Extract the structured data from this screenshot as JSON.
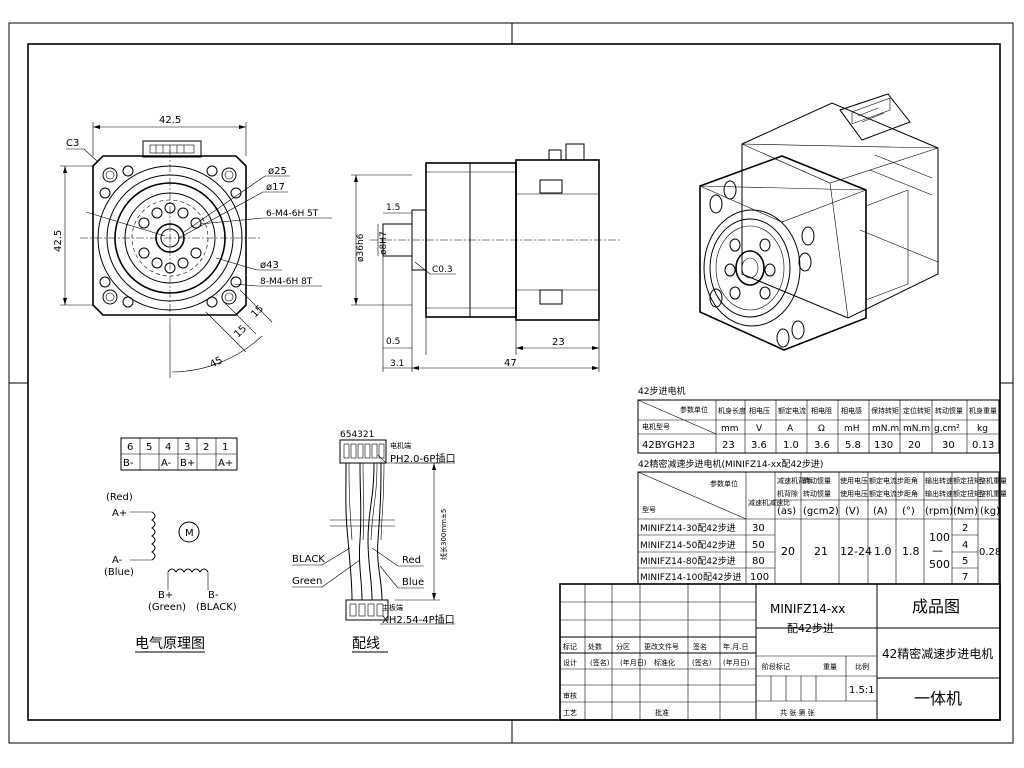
{
  "front_view": {
    "width_dim": "42.5",
    "height_dim": "42.5",
    "chamfer": "C3",
    "dia_25": "ø25",
    "dia_17": "ø17",
    "holes_1": "6-M4-6H 5T",
    "dia_43": "ø43",
    "holes_2": "8-M4-6H 8T",
    "dim_15a": "15",
    "dim_15b": "15",
    "angle_45": "45"
  },
  "side_view": {
    "dim_1_5": "1.5",
    "shaft_dia": "ø8H7",
    "body_dia": "ø36h6",
    "chamfer": "C0.3",
    "dim_0_5": "0.5",
    "dim_23": "23",
    "dim_3_1": "3.1",
    "dim_47": "47"
  },
  "spec_table_1": {
    "title": "42步进电机",
    "header_param": "参数单位",
    "header_model": "电机型号",
    "columns": [
      "机身长度",
      "相电压",
      "额定电流",
      "相电阻",
      "相电感",
      "保持转矩",
      "定位转矩",
      "转动惯量",
      "机身重量"
    ],
    "units": [
      "mm",
      "V",
      "A",
      "Ω",
      "mH",
      "mN.m",
      "mN.m",
      "g.cm²",
      "kg"
    ],
    "row": [
      "42BYGH23",
      "23",
      "3.6",
      "1.0",
      "3.6",
      "5.8",
      "130",
      "20",
      "30",
      "0.13"
    ]
  },
  "spec_table_2": {
    "title": "42精密减速步进电机(MINIFZ14-xx配42步进)",
    "header_param": "参数单位",
    "header_model": "型号",
    "col_ratio": "减速机减速比",
    "columns": [
      "减速机背隙",
      "转动惯量",
      "使用电压",
      "额定电流",
      "步距角",
      "输出转速",
      "额定扭矩",
      "整机重量"
    ],
    "columns_sub": [
      "机背隙",
      "转动惯量",
      "使用电压",
      "额定电流",
      "步距角",
      "输出转速",
      "额定扭矩",
      "整机重量"
    ],
    "units": [
      "(as)",
      "(gcm2)",
      "(V)",
      "(A)",
      "(°)",
      "(rpm)",
      "(Nm)",
      "(kg)"
    ],
    "rows": [
      {
        "model": "MINIFZ14-30配42步进",
        "ratio": "30",
        "torque": "2"
      },
      {
        "model": "MINIFZ14-50配42步进",
        "ratio": "50",
        "torque": "4"
      },
      {
        "model": "MINIFZ14-80配42步进",
        "ratio": "80",
        "torque": "5"
      },
      {
        "model": "MINIFZ14-100配42步进",
        "ratio": "100",
        "torque": "7"
      }
    ],
    "merged": {
      "backlash": "20",
      "inertia": "21",
      "voltage": "12-24",
      "current": "1.0",
      "step": "1.8",
      "speed_top": "100",
      "speed_mid": "—",
      "speed_bot": "500",
      "weight": "0.28"
    }
  },
  "schematic": {
    "pins": [
      "6",
      "5",
      "4",
      "3",
      "2",
      "1"
    ],
    "signals": [
      "B-",
      "",
      "A-",
      "B+",
      "",
      "A+"
    ],
    "red_label": "(Red)",
    "a_plus": "A+",
    "a_minus": "A-",
    "blue_label": "(Blue)",
    "motor": "M",
    "b_plus": "B+",
    "b_minus": "B-",
    "green_label": "(Green)",
    "black_label": "(BLACK)",
    "caption": "电气原理图"
  },
  "wiring": {
    "pin_numbers": "654321",
    "motor_side": "电机端",
    "connector_top": "PH2.0-6P插口",
    "length": "线长300mm±5",
    "black": "BLACK",
    "red": "Red",
    "green": "Green",
    "blue": "Blue",
    "driver_side": "主板端",
    "connector_bottom": "XH2.54-4P插口",
    "caption": "配线"
  },
  "title_block": {
    "product": "MINIFZ14-xx",
    "product_sub": "配42步进",
    "drawing_type": "成品图",
    "description": "42精密减速步进电机",
    "assembly": "一体机",
    "scale": "1.5:1",
    "rev_headers": [
      "标记",
      "处数",
      "分区",
      "更改文件号",
      "签名",
      "年.月.日"
    ],
    "sign_row": [
      "设计",
      "(签名)",
      "(年月日)",
      "标准化",
      "(签名)",
      "(年月日)"
    ],
    "stage_headers": [
      "阶段标记",
      "重量",
      "比例"
    ],
    "review": "审核",
    "process": "工艺",
    "approve": "批准",
    "sheets": "共 张 第 张"
  }
}
